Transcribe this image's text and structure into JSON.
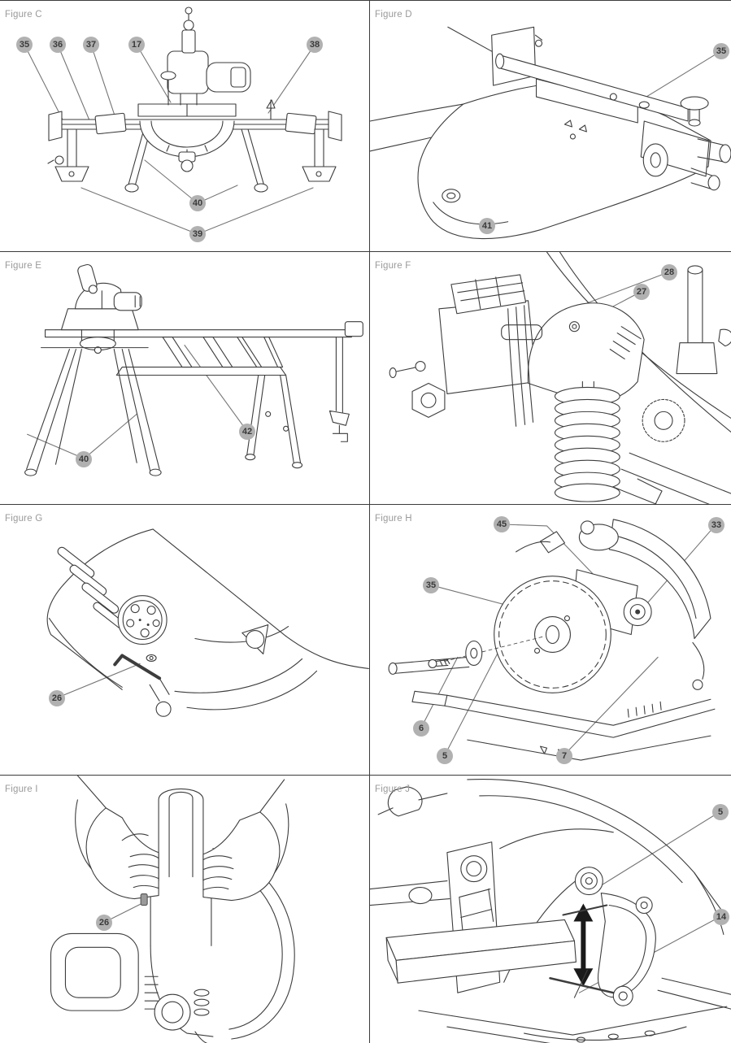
{
  "colors": {
    "callout_fill": "#b1b1b1",
    "callout_text": "#3a3a3a",
    "figure_label": "#9a9a9a",
    "drawing_line": "#3d3d3d",
    "leader_line": "#757575",
    "grid_line": "#3c3c3c",
    "page_background": "#ffffff"
  },
  "panels": [
    {
      "id": "C",
      "label": "Figure C",
      "callouts": [
        "35",
        "36",
        "37",
        "17",
        "38",
        "40",
        "39"
      ]
    },
    {
      "id": "D",
      "label": "Figure D",
      "callouts": [
        "35",
        "41"
      ]
    },
    {
      "id": "E",
      "label": "Figure E",
      "callouts": [
        "42",
        "40"
      ]
    },
    {
      "id": "F",
      "label": "Figure F",
      "callouts": [
        "28",
        "27"
      ]
    },
    {
      "id": "G",
      "label": "Figure G",
      "callouts": [
        "26"
      ]
    },
    {
      "id": "H",
      "label": "Figure H",
      "callouts": [
        "45",
        "33",
        "35",
        "6",
        "5",
        "7"
      ]
    },
    {
      "id": "I",
      "label": "Figure I",
      "callouts": [
        "26"
      ]
    },
    {
      "id": "J",
      "label": "Figure J",
      "callouts": [
        "5",
        "14"
      ]
    }
  ]
}
